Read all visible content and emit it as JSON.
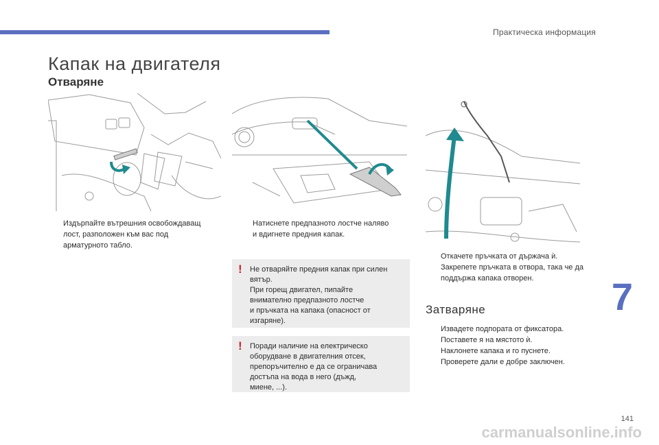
{
  "header": {
    "section": "Практическа информация"
  },
  "page_title": "Капак на двигателя",
  "opening": {
    "heading": "Отваряне",
    "step1": [
      "Издърпайте вътрешния освобождаващ",
      "лост, разположен към вас под",
      "арматурното табло."
    ],
    "step2": [
      "Натиснете предпазното лостче наляво",
      "и вдигнете предния капак."
    ],
    "step3": [
      "Откачете пръчката от държача ѝ.",
      "Закрепете пръчката в отвора, така че да",
      "поддържа капака отворен."
    ]
  },
  "warnings": [
    {
      "lines": [
        "Не отваряйте предния капак при силен",
        "вятър.",
        "При горещ двигател, пипайте",
        "внимателно предпазното лостче",
        "и пръчката на капака (опасност от",
        "изгаряне)."
      ]
    },
    {
      "lines": [
        "Поради наличие на електрическо",
        "оборудване в двигателния отсек,",
        "препоръчително е да се ограничава",
        "достъпа на вода в него (дъжд,",
        "миене, ...)."
      ]
    }
  ],
  "closing": {
    "heading": "Затваряне",
    "steps": [
      "Извадете подпората от фиксатора.",
      "Поставете я на мястото ѝ.",
      "Наклонете капака и го пуснете.",
      "Проверете дали е добре заключен."
    ]
  },
  "chapter_number": "7",
  "page_number": "141",
  "watermark": "carmanualsonline.info",
  "bullet_mark": "",
  "warning_mark": "!",
  "colors": {
    "accent": "#5b6fc1",
    "arrow": "#1f8a8f",
    "warning_bg": "#ececec",
    "warning_mark": "#d0202a"
  }
}
